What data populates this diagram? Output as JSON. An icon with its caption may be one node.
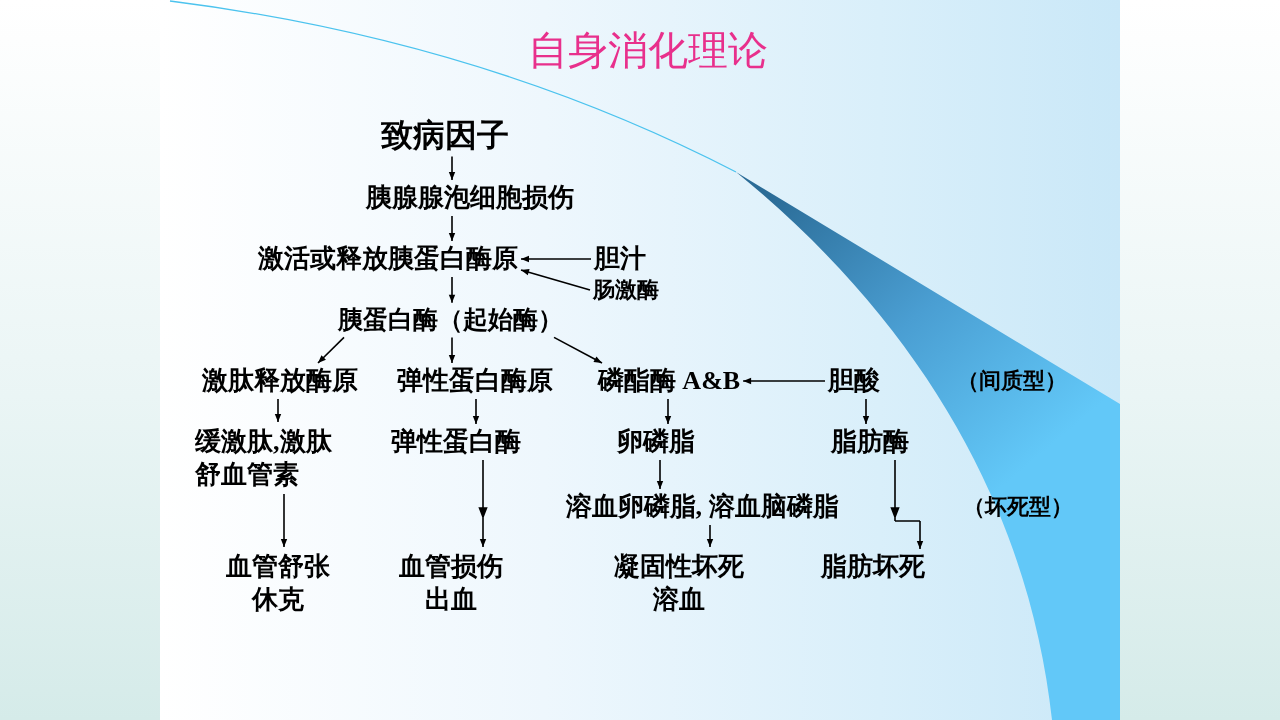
{
  "diagram": {
    "title": "自身消化理论",
    "nodes": [
      {
        "text": [
          "致病因子"
        ]
      },
      {
        "text": [
          "胰腺腺泡细胞损伤"
        ]
      },
      {
        "text": [
          "激活或释放胰蛋白酶原"
        ]
      },
      {
        "text": [
          "胆汁"
        ]
      },
      {
        "text": [
          "肠激酶"
        ]
      },
      {
        "text": [
          "胰蛋白酶（起始酶）"
        ]
      },
      {
        "text": [
          "激肽释放酶原"
        ]
      },
      {
        "text": [
          "弹性蛋白酶原"
        ]
      },
      {
        "text": [
          "磷酯酶 A&B"
        ]
      },
      {
        "text": [
          "胆酸"
        ]
      },
      {
        "text": [
          "缓激肽,激肽舒血管素"
        ]
      },
      {
        "text": [
          "弹性蛋白酶"
        ]
      },
      {
        "text": [
          "卵磷脂"
        ]
      },
      {
        "text": [
          "脂肪酶"
        ]
      },
      {
        "text": [
          "溶血卵磷脂, 溶血脑磷脂"
        ]
      },
      {
        "text": [
          "血管舒张休克"
        ]
      },
      {
        "text": [
          "血管损伤出血"
        ]
      },
      {
        "text": [
          "凝固性坏死溶血"
        ]
      },
      {
        "text": [
          "脂肪坏死"
        ]
      }
    ],
    "edges": [
      {
        "from": 0,
        "to": 1,
        "arrow": "to"
      },
      {
        "from": 1,
        "to": 2,
        "arrow": "to"
      },
      {
        "from": 2,
        "to": 5,
        "arrow": "to"
      },
      {
        "from": 3,
        "to": 2,
        "arrow": "to"
      },
      {
        "from": 4,
        "to": 2,
        "arrow": "to"
      },
      {
        "from": 5,
        "to": 6,
        "arrow": "to"
      },
      {
        "from": 5,
        "to": 7,
        "arrow": "to"
      },
      {
        "from": 5,
        "to": 8,
        "arrow": "to"
      },
      {
        "from": 9,
        "to": 8,
        "arrow": "to"
      },
      {
        "from": 6,
        "to": 10,
        "arrow": "to"
      },
      {
        "from": 7,
        "to": 11,
        "arrow": "to"
      },
      {
        "from": 8,
        "to": 12,
        "arrow": "to"
      },
      {
        "from": 9,
        "to": 13,
        "arrow": "to"
      },
      {
        "from": 12,
        "to": 14,
        "arrow": "to"
      },
      {
        "from": 10,
        "to": 15,
        "arrow": "to"
      },
      {
        "from": 11,
        "to": 16,
        "arrow": "to"
      },
      {
        "from": 14,
        "to": 17,
        "arrow": "to"
      },
      {
        "from": 13,
        "to": 18,
        "arrow": "to"
      }
    ],
    "labels": [
      "（间质型）",
      "（坏死型）"
    ]
  }
}
